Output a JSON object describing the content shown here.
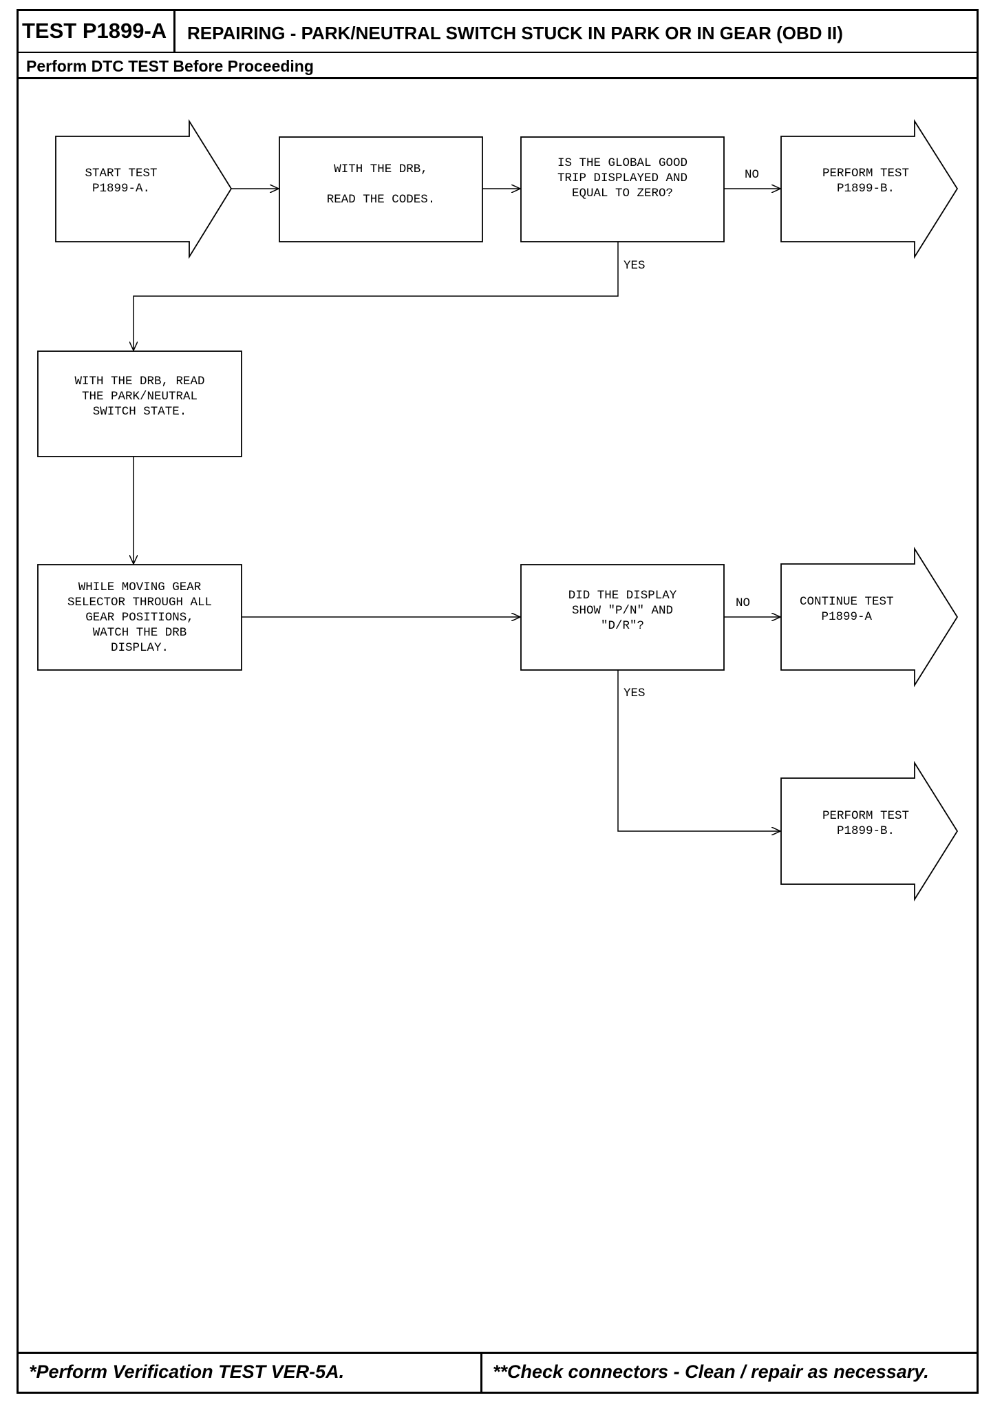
{
  "header": {
    "test_id": "TEST P1899-A",
    "title": "REPAIRING - PARK/NEUTRAL SWITCH STUCK IN PARK OR IN GEAR (OBD II)",
    "subtitle": "Perform DTC TEST Before Proceeding"
  },
  "flowchart": {
    "start": "START TEST\nP1899-A.",
    "read_codes": "WITH THE DRB,\n\nREAD THE CODES.",
    "global_trip_question": "IS THE GLOBAL GOOD\nTRIP DISPLAYED AND\nEQUAL TO ZERO?",
    "perform_test_b_1": "PERFORM TEST\nP1899-B.",
    "read_switch_state": "WITH THE DRB, READ\nTHE PARK/NEUTRAL\nSWITCH STATE.",
    "move_gear_selector": "WHILE MOVING GEAR\nSELECTOR THROUGH ALL\nGEAR POSITIONS,\nWATCH THE DRB\nDISPLAY.",
    "display_question": "DID THE DISPLAY\nSHOW \"P/N\" AND\n\"D/R\"?",
    "continue_test": "CONTINUE TEST\nP1899-A",
    "perform_test_b_2": "PERFORM TEST\nP1899-B."
  },
  "labels": {
    "no_1": "NO",
    "yes_1": "YES",
    "no_2": "NO",
    "yes_2": "YES"
  },
  "footer": {
    "left": "*Perform Verification TEST VER-5A.",
    "right": "**Check connectors - Clean / repair as necessary."
  }
}
